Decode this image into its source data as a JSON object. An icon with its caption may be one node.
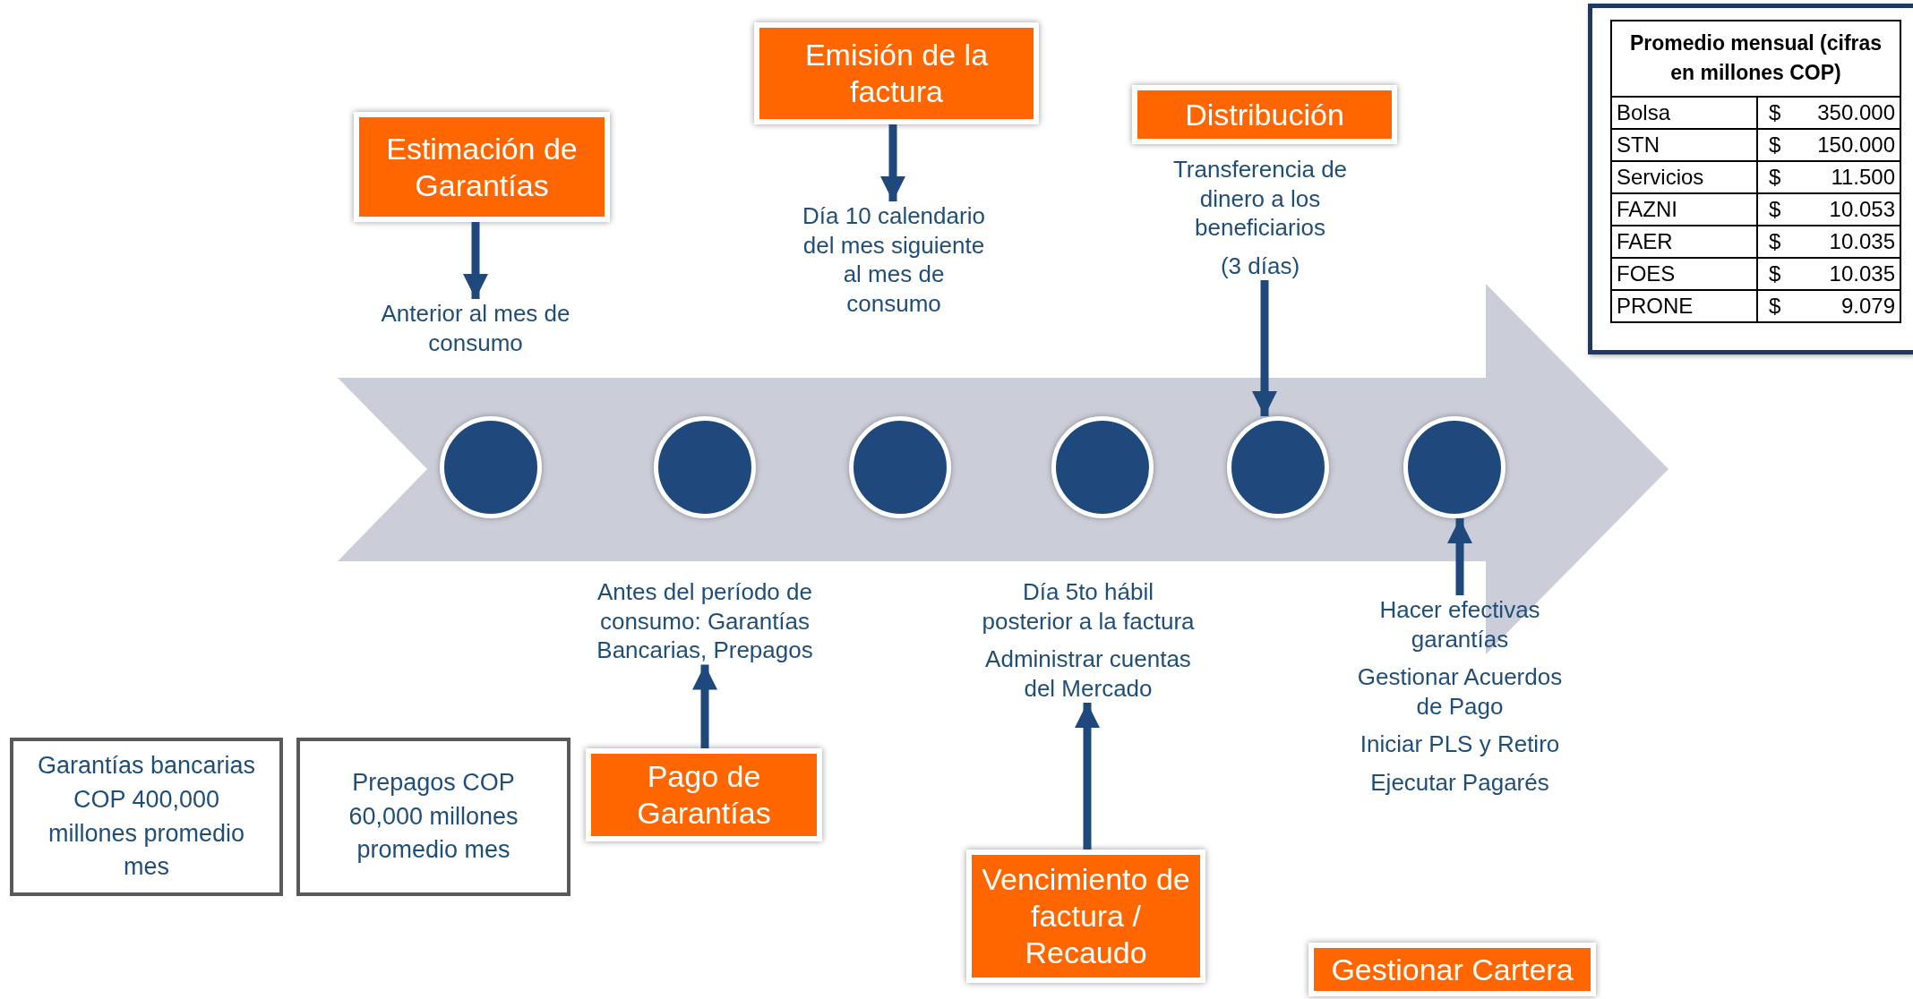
{
  "diagram": {
    "nodes": [
      {
        "text": [
          "Estimación de Garantías"
        ]
      },
      {
        "text": [
          "Anterior al mes de consumo"
        ]
      },
      {
        "text": [
          "Emisión de la factura"
        ]
      },
      {
        "text": [
          "Día 10 calendario del mes siguiente al mes de consumo"
        ]
      },
      {
        "text": [
          "Distribución"
        ]
      },
      {
        "text": [
          "Transferencia de dinero a los beneficiarios",
          "(3 días)"
        ]
      },
      {
        "text": [],
        "shape": "arrow"
      },
      {
        "text": [],
        "shape": "circle",
        "in": 6
      },
      {
        "text": [],
        "shape": "circle",
        "in": 6
      },
      {
        "text": [],
        "shape": "circle",
        "in": 6
      },
      {
        "text": [],
        "shape": "circle",
        "in": 6
      },
      {
        "text": [],
        "shape": "circle",
        "in": 6
      },
      {
        "text": [],
        "shape": "circle",
        "in": 6
      },
      {
        "text": [
          "Antes del período de consumo: Garantías Bancarias, Prepagos"
        ]
      },
      {
        "text": [
          "Pago de Garantías"
        ]
      },
      {
        "text": [
          "Día 5to hábil posterior a la factura",
          "Administrar cuentas del Mercado"
        ]
      },
      {
        "text": [
          "Vencimiento de factura / Recaudo"
        ]
      },
      {
        "text": [
          "Hacer efectivas garantías",
          "Gestionar Acuerdos de Pago",
          "Iniciar PLS y Retiro",
          "Ejecutar Pagarés"
        ]
      },
      {
        "text": [
          "Gestionar Cartera"
        ]
      },
      {
        "text": [
          "Garantías bancarias COP 400,000 millones promedio mes"
        ]
      },
      {
        "text": [
          "Prepagos COP 60,000 millones promedio mes"
        ]
      }
    ],
    "edges": [
      {
        "from": 0,
        "to": 1,
        "arrow": "to"
      },
      {
        "from": 2,
        "to": 3,
        "arrow": "to"
      },
      {
        "from": 5,
        "to": 11,
        "arrow": "to"
      },
      {
        "from": 14,
        "to": 13,
        "arrow": "to"
      },
      {
        "from": 16,
        "to": 15,
        "arrow": "to"
      },
      {
        "from": 17,
        "to": 12,
        "arrow": "to"
      }
    ],
    "labels": [
      "Promedio mensual (cifras en millones COP)",
      "Bolsa",
      "$",
      "350.000",
      "STN",
      "$",
      "150.000",
      "Servicios",
      "$",
      "11.500",
      "FAZNI",
      "$",
      "10.053",
      "FAER",
      "$",
      "10.035",
      "FOES",
      "$",
      "10.035",
      "PRONE",
      "$",
      "9.079"
    ]
  }
}
